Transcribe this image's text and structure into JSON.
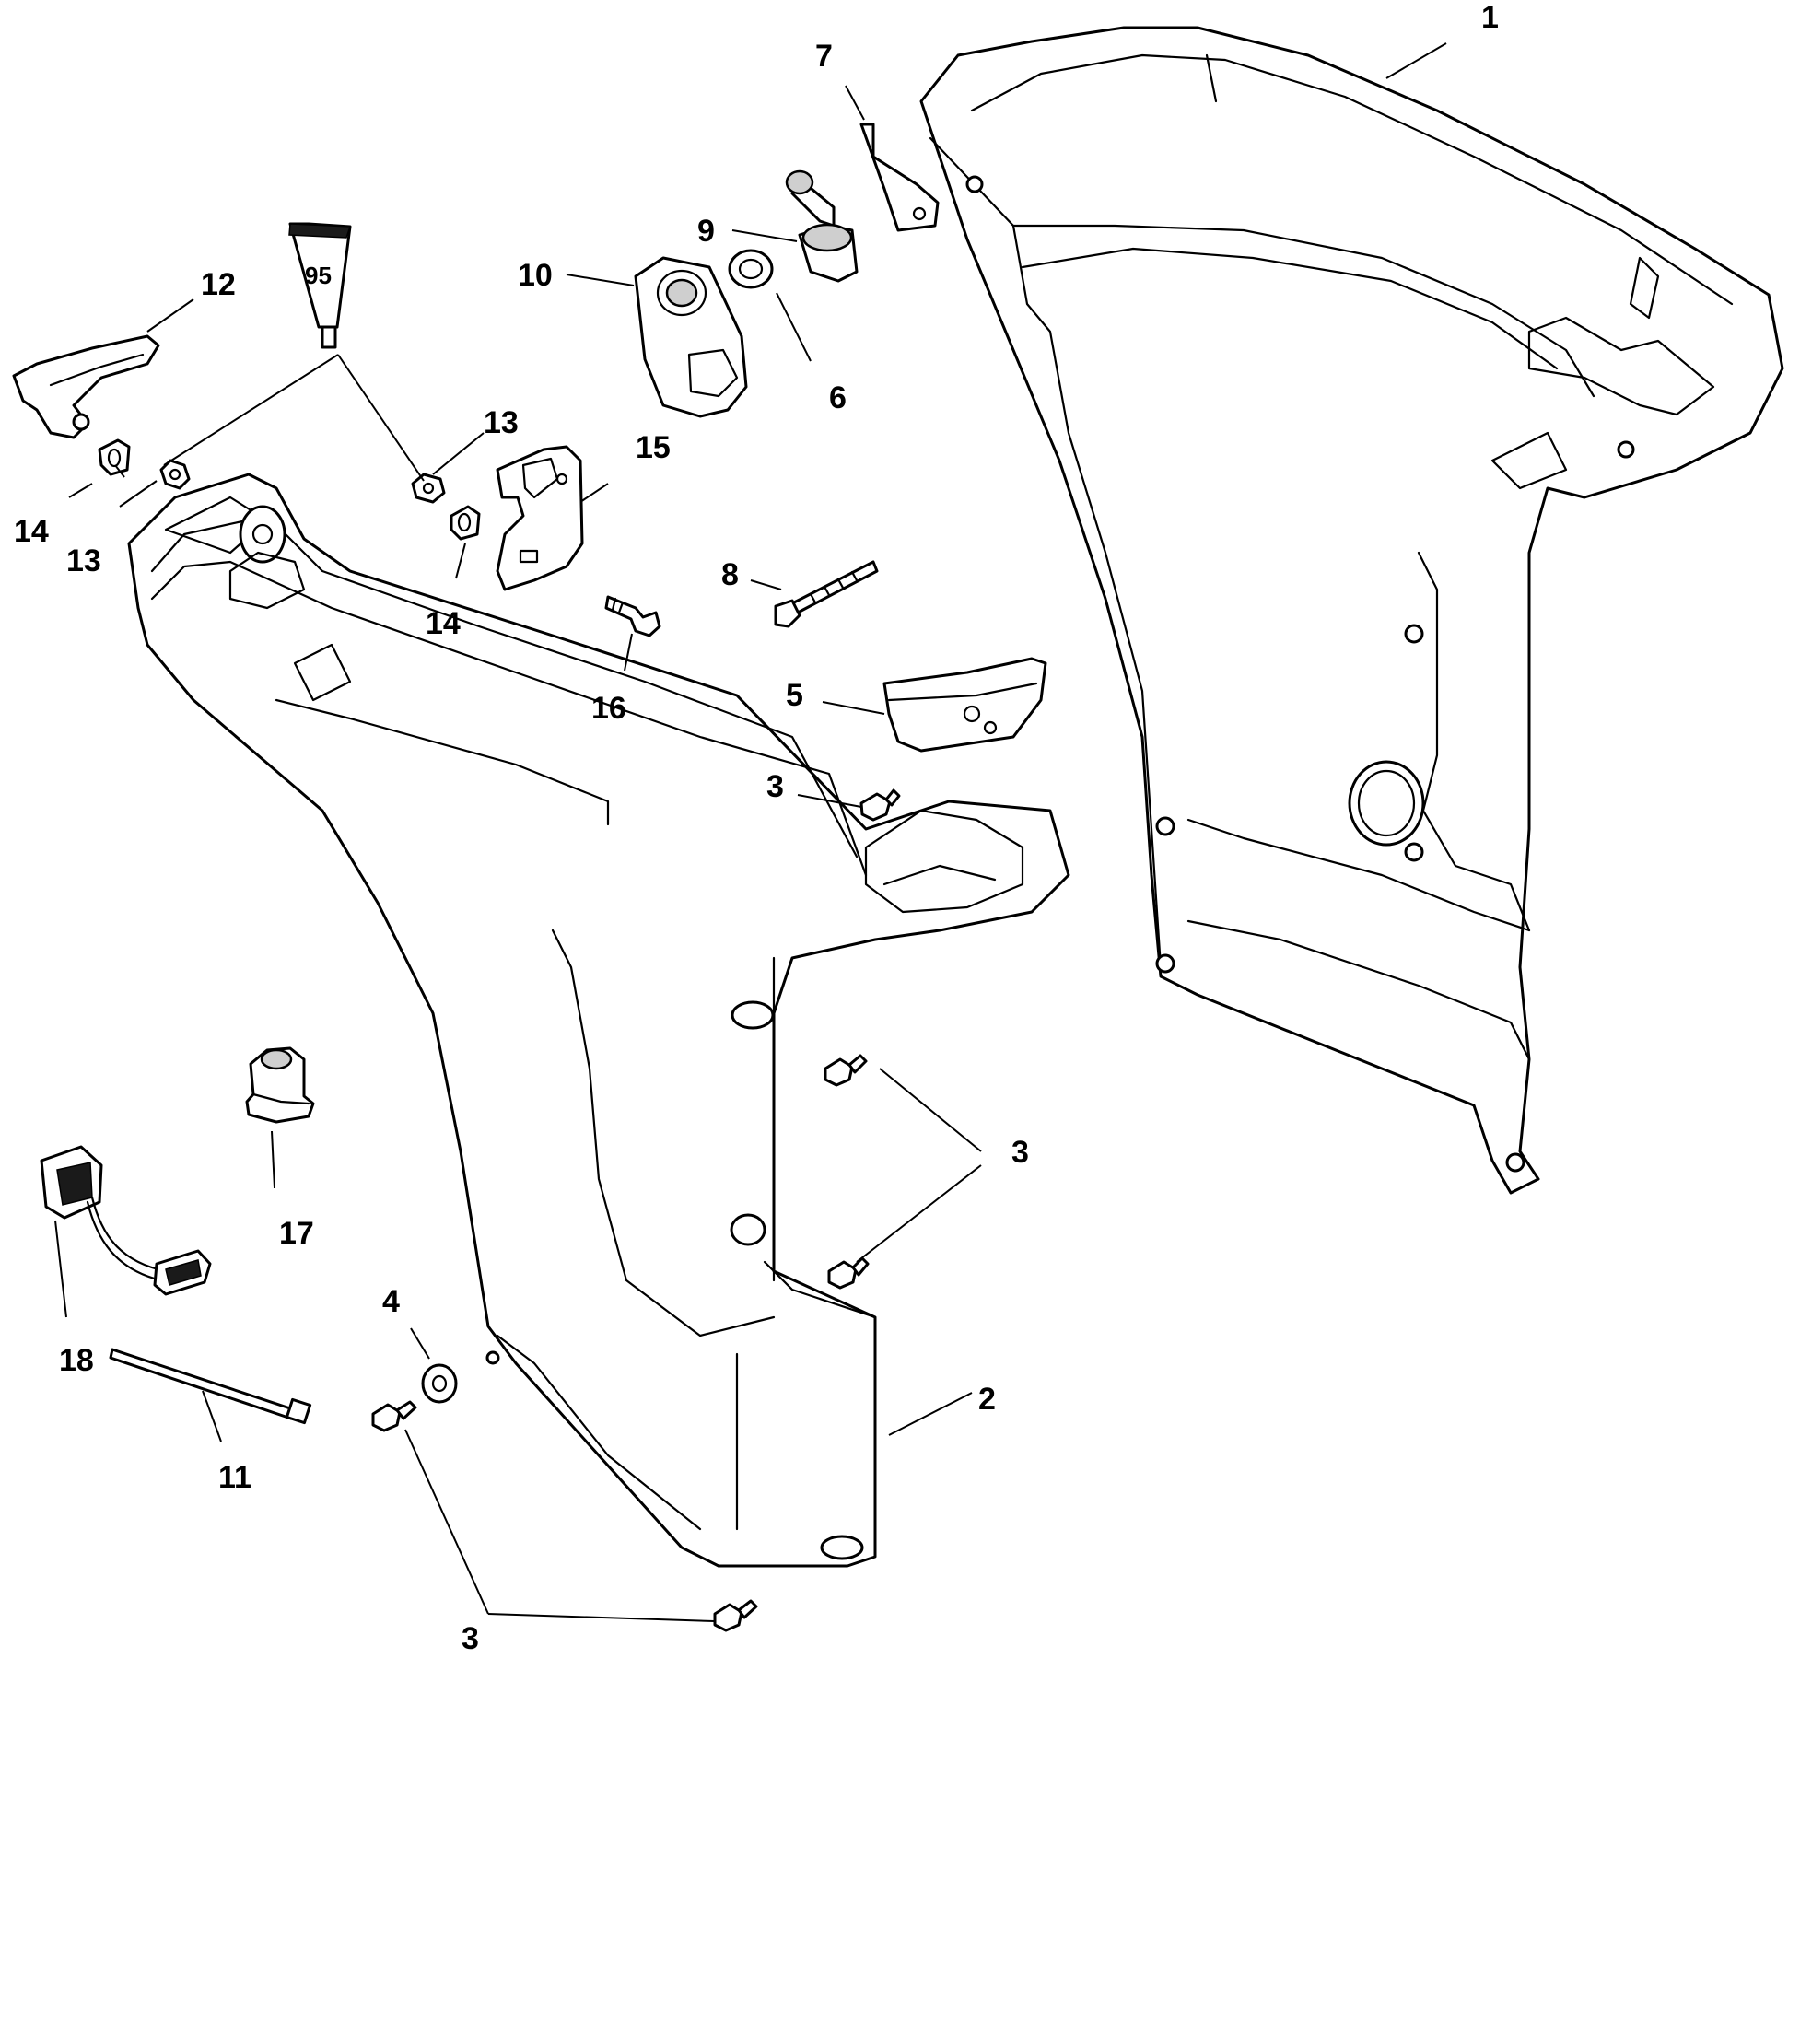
{
  "diagram": {
    "callouts": [
      {
        "id": "c1",
        "text": "1"
      },
      {
        "id": "c2",
        "text": "2"
      },
      {
        "id": "c3a",
        "text": "3"
      },
      {
        "id": "c3b",
        "text": "3"
      },
      {
        "id": "c3c",
        "text": "3"
      },
      {
        "id": "c4",
        "text": "4"
      },
      {
        "id": "c5",
        "text": "5"
      },
      {
        "id": "c6",
        "text": "6"
      },
      {
        "id": "c7",
        "text": "7"
      },
      {
        "id": "c8",
        "text": "8"
      },
      {
        "id": "c9",
        "text": "9"
      },
      {
        "id": "c10",
        "text": "10"
      },
      {
        "id": "c11",
        "text": "11"
      },
      {
        "id": "c12",
        "text": "12"
      },
      {
        "id": "c13a",
        "text": "13"
      },
      {
        "id": "c13b",
        "text": "13"
      },
      {
        "id": "c14a",
        "text": "14"
      },
      {
        "id": "c14b",
        "text": "14"
      },
      {
        "id": "c15",
        "text": "15"
      },
      {
        "id": "c16",
        "text": "16"
      },
      {
        "id": "c17",
        "text": "17"
      },
      {
        "id": "c18",
        "text": "18"
      }
    ],
    "sealant_tube_label": "95",
    "colors": {
      "line": "#000000",
      "background": "#ffffff"
    }
  }
}
